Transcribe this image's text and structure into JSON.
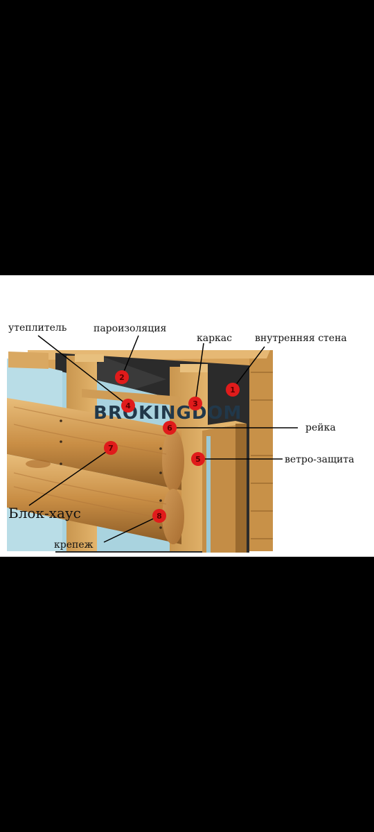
{
  "labels": {
    "insulation": "утеплитель",
    "vapor_barrier": "пароизоляция",
    "frame": "каркас",
    "inner_wall": "внутренняя стена",
    "batten": "рейка",
    "wind_protection": "ветро-защита",
    "block_house": "Блок-хаус",
    "fastener": "крепеж"
  },
  "markers": [
    "1",
    "2",
    "3",
    "4",
    "5",
    "6",
    "7",
    "8"
  ],
  "watermark": "BROKINGDOM",
  "colors": {
    "marker": "#e01b1b",
    "insulation": "#a9d3df",
    "wood": "#d8a560",
    "membrane": "#2c2c2c",
    "background_band": "#000000"
  }
}
